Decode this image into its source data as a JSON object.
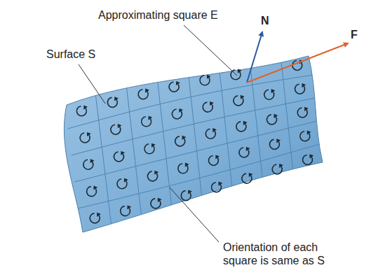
{
  "diagram": {
    "labels": [
      "Approximating square E",
      "Surface S",
      "N",
      "F",
      "Orientation of each square is same as S"
    ]
  }
}
